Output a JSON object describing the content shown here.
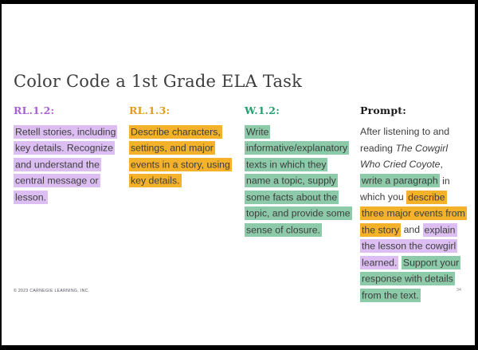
{
  "slide": {
    "title": "Color Code a 1st Grade ELA Task",
    "footer": "© 2023 CARNEGIE LEARNING, INC.",
    "page_number": "34"
  },
  "colors": {
    "purple_header": "#ab5fd6",
    "purple_highlight": "#dcbef2",
    "orange_header": "#e39c17",
    "orange_highlight": "#f3b229",
    "green_header": "#21a06d",
    "green_highlight": "#8ccaa9",
    "text": "#3d3d3d"
  },
  "columns": [
    {
      "id": "rl-1-2",
      "header": "RL.1.2:",
      "header_style": "purple",
      "segments": [
        {
          "text": "Retell stories, including key details. Recognize and understand the central message or lesson.",
          "style": "purple"
        }
      ]
    },
    {
      "id": "rl-1-3",
      "header": "RL.1.3:",
      "header_style": "orange",
      "segments": [
        {
          "text": "Describe characters, settings, and major events in a story, using key details.",
          "style": "orange"
        }
      ]
    },
    {
      "id": "w-1-2",
      "header": "W.1.2:",
      "header_style": "green",
      "segments": [
        {
          "text": "Write informative/explanatory texts in which they name a topic, supply some facts about the topic, and provide some sense of closure.",
          "style": "green"
        }
      ]
    },
    {
      "id": "prompt",
      "header": "Prompt:",
      "header_style": "dark",
      "segments": [
        {
          "text": "After listening to and reading ",
          "style": "plain"
        },
        {
          "text": "The Cowgirl Who Cried Coyote",
          "style": "italic"
        },
        {
          "text": ", ",
          "style": "plain"
        },
        {
          "text": "write a paragraph",
          "style": "green"
        },
        {
          "text": " in which you ",
          "style": "plain"
        },
        {
          "text": "describe three major events from the story",
          "style": "orange"
        },
        {
          "text": " and ",
          "style": "plain"
        },
        {
          "text": "explain the lesson the cowgirl learned.",
          "style": "purple"
        },
        {
          "text": " ",
          "style": "plain"
        },
        {
          "text": "Support your response with details from the text.",
          "style": "green"
        }
      ]
    }
  ]
}
